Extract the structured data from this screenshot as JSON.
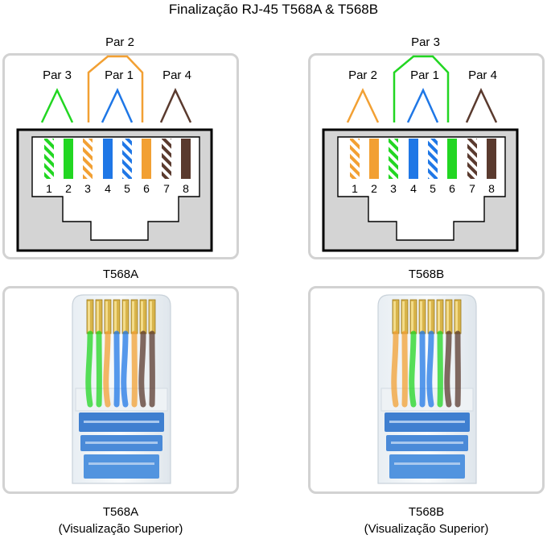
{
  "title": "Finalização RJ-45 T568A & T568B",
  "colors": {
    "green": "#22d622",
    "orange": "#f2a033",
    "blue": "#1f77e6",
    "brown": "#5a3a2e",
    "panel_border": "#d2d2d2",
    "jack_fill": "#d4d4d4"
  },
  "diagrams": [
    {
      "pairs": {
        "left": "Par 3",
        "center": "Par 1",
        "top": "Par 2",
        "right": "Par 4"
      },
      "pin_numbers": [
        "1",
        "2",
        "3",
        "4",
        "5",
        "6",
        "7",
        "8"
      ],
      "pins": [
        {
          "color": "green",
          "striped": true
        },
        {
          "color": "green",
          "striped": false
        },
        {
          "color": "orange",
          "striped": true
        },
        {
          "color": "blue",
          "striped": false
        },
        {
          "color": "blue",
          "striped": true
        },
        {
          "color": "orange",
          "striped": false
        },
        {
          "color": "brown",
          "striped": true
        },
        {
          "color": "brown",
          "striped": false
        }
      ],
      "arch_colors": {
        "left": "green",
        "center": "blue",
        "outer": "orange",
        "right": "brown"
      },
      "label": "T568A"
    },
    {
      "pairs": {
        "left": "Par 2",
        "center": "Par 1",
        "top": "Par 3",
        "right": "Par 4"
      },
      "pin_numbers": [
        "1",
        "2",
        "3",
        "4",
        "5",
        "6",
        "7",
        "8"
      ],
      "pins": [
        {
          "color": "orange",
          "striped": true
        },
        {
          "color": "orange",
          "striped": false
        },
        {
          "color": "green",
          "striped": true
        },
        {
          "color": "blue",
          "striped": false
        },
        {
          "color": "blue",
          "striped": true
        },
        {
          "color": "green",
          "striped": false
        },
        {
          "color": "brown",
          "striped": true
        },
        {
          "color": "brown",
          "striped": false
        }
      ],
      "arch_colors": {
        "left": "orange",
        "center": "blue",
        "outer": "green",
        "right": "brown"
      },
      "label": "T568B"
    }
  ],
  "photos": [
    {
      "label": "T568A",
      "sublabel": "(Visualização Superior)",
      "wires": [
        "green",
        "green",
        "orange",
        "blue",
        "blue",
        "orange",
        "brown",
        "brown"
      ]
    },
    {
      "label": "T568B",
      "sublabel": "(Visualização Superior)",
      "wires": [
        "orange",
        "orange",
        "green",
        "blue",
        "blue",
        "green",
        "brown",
        "brown"
      ]
    }
  ]
}
